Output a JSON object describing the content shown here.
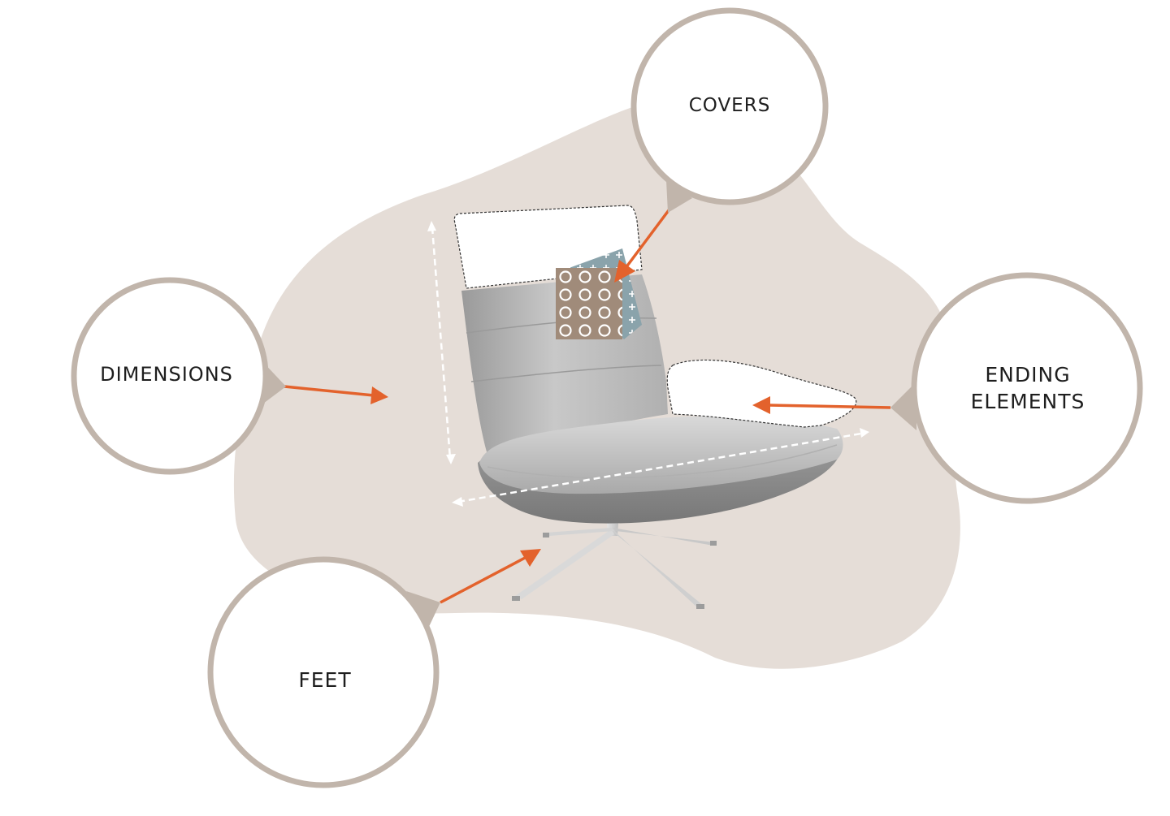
{
  "diagram": {
    "labels": {
      "covers": "COVERS",
      "dimensions": "DIMENSIONS",
      "ending_line1": "ENDING",
      "ending_line2": "ELEMENTS",
      "feet": "FEET"
    },
    "colors": {
      "blob": "#e5ddd7",
      "circle_border": "#c1b5ab",
      "arrow": "#e3622c",
      "chair_light": "#c9c9c9",
      "chair_dark": "#8a8a8a",
      "fabric_brown": "#a08b7a",
      "fabric_blue": "#8aa3ab"
    }
  }
}
